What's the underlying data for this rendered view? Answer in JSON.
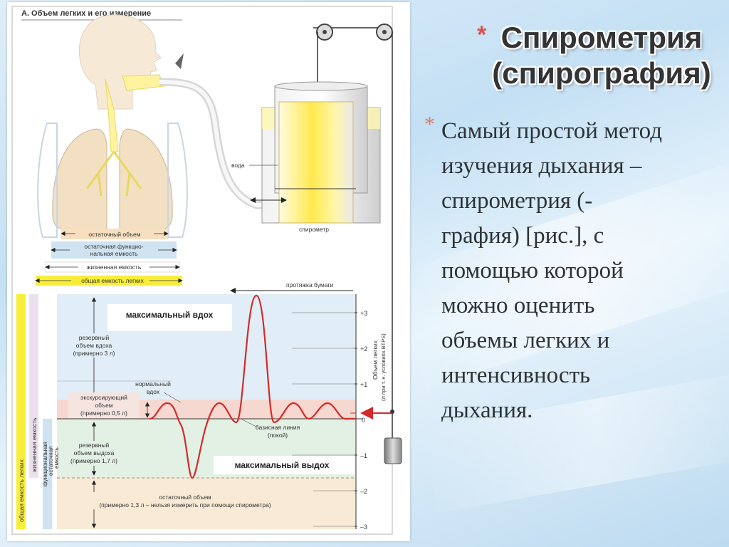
{
  "slide": {
    "title_line1": "Спирометрия",
    "title_line2": "(спирография)",
    "bullet_glyph": "*",
    "body_lines": [
      "Самый простой метод",
      "изучения дыхания –",
      "спирометрия (-",
      "графия) [рис.], с",
      "помощью которой",
      "можно оценить",
      "объемы легких и",
      "интенсивность",
      "дыхания."
    ],
    "colors": {
      "title_star": "#d9534f",
      "body_star": "#e07a5f",
      "curve": "#d42a2a"
    }
  },
  "figure": {
    "header": "А. Объем легких и его измерение",
    "water": "вода",
    "spirometer": "спирометр",
    "bars": {
      "residual": "остаточный объем",
      "frc_1": "остаточная функцио-",
      "frc_2": "нальная емкость",
      "vital": "жизненная емкость",
      "total": "общая емкость легких"
    },
    "paper": "протяжка бумаги",
    "max_inhale": "максимальный вдох",
    "max_exhale": "максимальный выдох",
    "irv_1": "резервный",
    "irv_2": "объем вдоха",
    "irv_3": "(примерно 3 л)",
    "normal_1": "нормальный",
    "normal_2": "вдох",
    "tidal_1": "экскурсирующий",
    "tidal_2": "объем",
    "tidal_3": "(примерно 0,5 л)",
    "erv_1": "резервный",
    "erv_2": "объем выдоха",
    "erv_3": "(примерно 1,7 л)",
    "baseline_1": "базисная линия",
    "baseline_2": "(покой)",
    "res_1": "остаточный объем",
    "res_2": "(примерно 1,3 л – нельзя измерить при помощи спирометра)",
    "vert_total": "общая емкость легких",
    "vert_vital": "жизненная емкость",
    "vert_frc_1": "функциональная",
    "vert_frc_2": "остаточная",
    "vert_frc_3": "емкость",
    "axis_1": "Объем легких",
    "axis_2": "(л при т. н. условиях BTPS)",
    "ticks": [
      "+3",
      "+2",
      "+1",
      "0",
      "–1",
      "–2",
      "–3"
    ]
  }
}
